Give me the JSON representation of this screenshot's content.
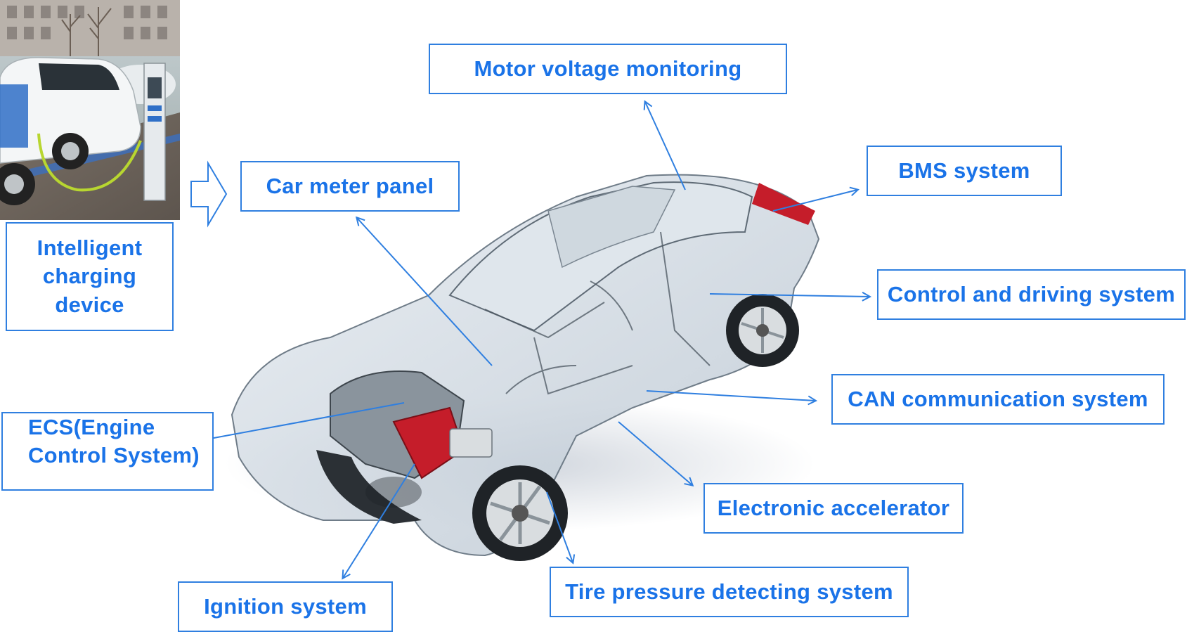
{
  "labels": {
    "motor_voltage": "Motor voltage monitoring",
    "bms": "BMS system",
    "car_meter": "Car meter panel",
    "charging_line1": "Intelligent",
    "charging_line2": "charging",
    "charging_line3": "device",
    "control_driving": "Control and driving system",
    "can": "CAN communication system",
    "ecs_line1": "ECS(Engine",
    "ecs_line2": "Control System)",
    "electronic_accel": "Electronic accelerator",
    "tire_pressure": "Tire pressure detecting system",
    "ignition": "Ignition system"
  },
  "colors": {
    "accent": "#1a73e8",
    "border": "#2f7fe0"
  },
  "icons": [
    "charging-station-photo",
    "transparent-car-illustration",
    "hollow-right-arrow-icon"
  ]
}
